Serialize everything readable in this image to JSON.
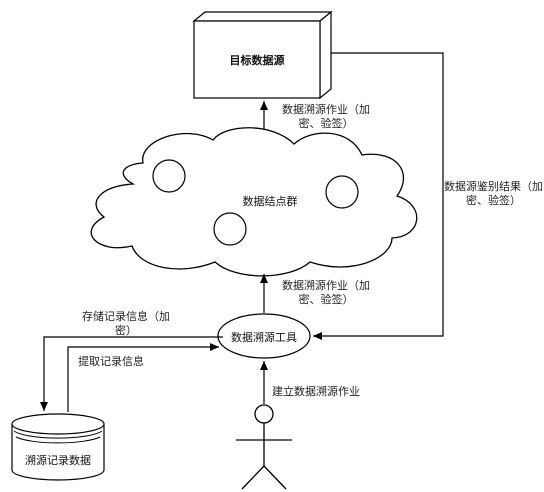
{
  "nodes": {
    "target": "目标数据源",
    "cloud": "数据结点群",
    "tool": "数据溯源工具",
    "db": "溯源记录数据"
  },
  "edges": {
    "tool_to_target": "数据溯源作业（加\n密、验签）",
    "tool_to_cloud": "数据溯源作业（加\n密、验签）",
    "result": "数据源鉴别结果（加\n密、验签）",
    "store": "存储记录信息（加\n密）",
    "fetch": "提取记录信息",
    "create": "建立数据溯源作业"
  },
  "colors": {
    "box_fill": "#ffffff",
    "stroke": "#000000",
    "text": "#222222"
  }
}
